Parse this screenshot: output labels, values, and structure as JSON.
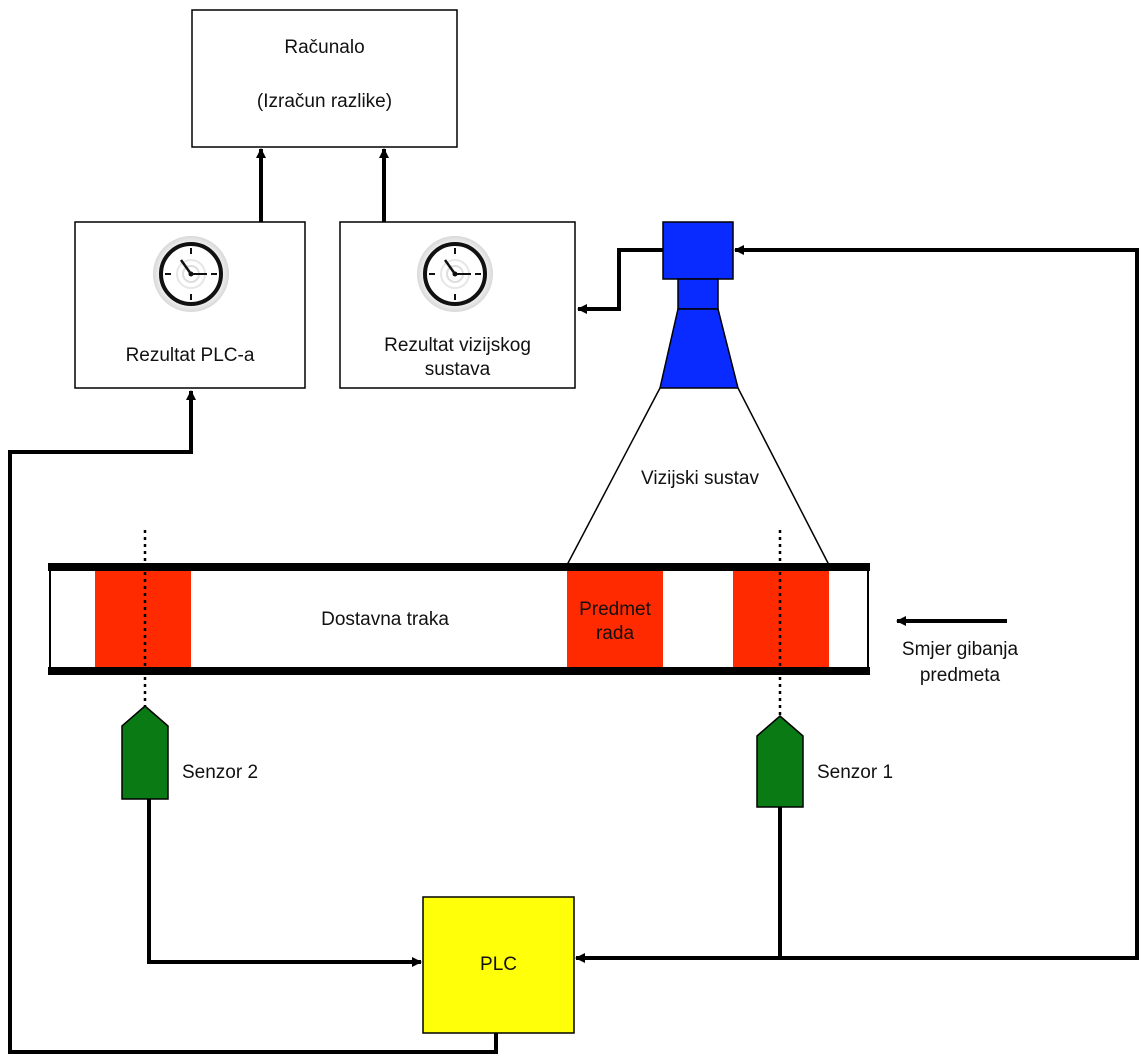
{
  "computer": {
    "title": "Računalo",
    "subtitle": "(Izračun razlike)"
  },
  "plc_result": {
    "label": "Rezultat PLC-a"
  },
  "vision_result": {
    "line1": "Rezultat vizijskog",
    "line2": "sustava"
  },
  "vision_system": {
    "label": "Vizijski sustav"
  },
  "conveyor": {
    "label": "Dostavna traka"
  },
  "workpiece": {
    "line1": "Predmet",
    "line2": "rada"
  },
  "direction": {
    "line1": "Smjer gibanja",
    "line2": "predmeta"
  },
  "sensor1": {
    "label": "Senzor 1"
  },
  "sensor2": {
    "label": "Senzor 2"
  },
  "plc": {
    "label": "PLC"
  },
  "colors": {
    "workpiece": "#ff2a00",
    "sensor": "#0a7a14",
    "camera": "#0a2bff",
    "plc": "#ffff0a",
    "line": "#000000"
  },
  "icons": {
    "clock": "clock-icon"
  }
}
